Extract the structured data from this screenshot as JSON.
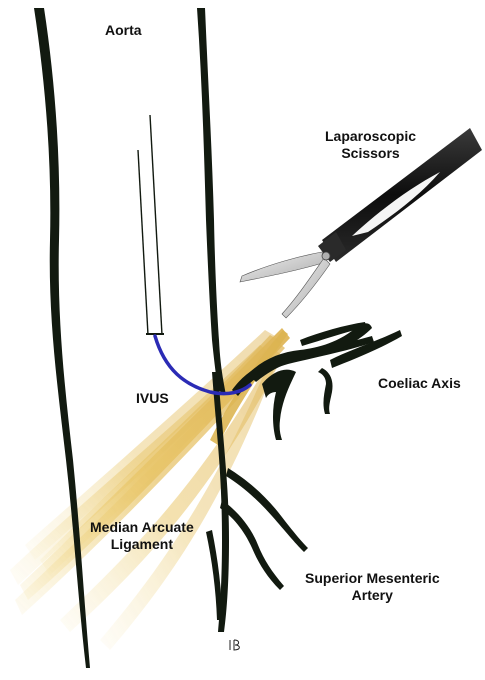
{
  "labels": {
    "aorta": "Aorta",
    "scissors": [
      "Laparoscopic",
      "Scissors"
    ],
    "ivus": "IVUS",
    "coeliac": "Coeliac Axis",
    "mal": [
      "Median Arcuate",
      "Ligament"
    ],
    "sma": [
      "Superior Mesenteric",
      "Artery"
    ],
    "signature": "IB"
  },
  "colors": {
    "vessel": "#121a10",
    "ligament": "#e8c35a",
    "ivus_wire": "#2b2bb5",
    "scissors_shaft": "#1a1a1a",
    "blade": "#d9d9d9"
  }
}
